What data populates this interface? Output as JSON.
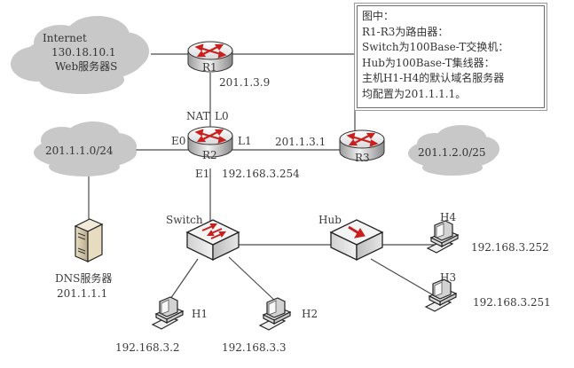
{
  "note": {
    "lines": [
      "图中：",
      "R1-R3为路由器：",
      "Switch为100Base-T交换机：",
      "Hub为100Base-T集线器：",
      "主机H1-H4的默认域名服务器",
      "均配置为201.1.1.1。"
    ]
  },
  "clouds": {
    "internet": {
      "title": "Internet",
      "ip": "130.18.10.1",
      "server": "Web服务器S"
    },
    "net_left": {
      "label": "201.1.1.0/24"
    },
    "net_right": {
      "label": "201.1.2.0/25"
    }
  },
  "routers": {
    "r1": {
      "name": "R1",
      "ip": "201.1.3.9"
    },
    "r2": {
      "name": "R2",
      "nat_label": "NAT",
      "l0": "L0",
      "e0": "E0",
      "l1": "L1",
      "e1": "E1",
      "e1_ip": "192.168.3.254"
    },
    "r3": {
      "name": "R3",
      "ip": "201.1.3.1"
    }
  },
  "switch": {
    "name": "Switch"
  },
  "hub": {
    "name": "Hub"
  },
  "dns": {
    "name": "DNS服务器",
    "ip": "201.1.1.1"
  },
  "hosts": [
    {
      "name": "H1",
      "ip": "192.168.3.2"
    },
    {
      "name": "H2",
      "ip": "192.168.3.3"
    },
    {
      "name": "H3",
      "ip": "192.168.3.251"
    },
    {
      "name": "H4",
      "ip": "192.168.3.252"
    }
  ],
  "colors": {
    "cloud": "#c8c8c8",
    "arrow": "#c8201e",
    "line": "#4a4a4a"
  }
}
